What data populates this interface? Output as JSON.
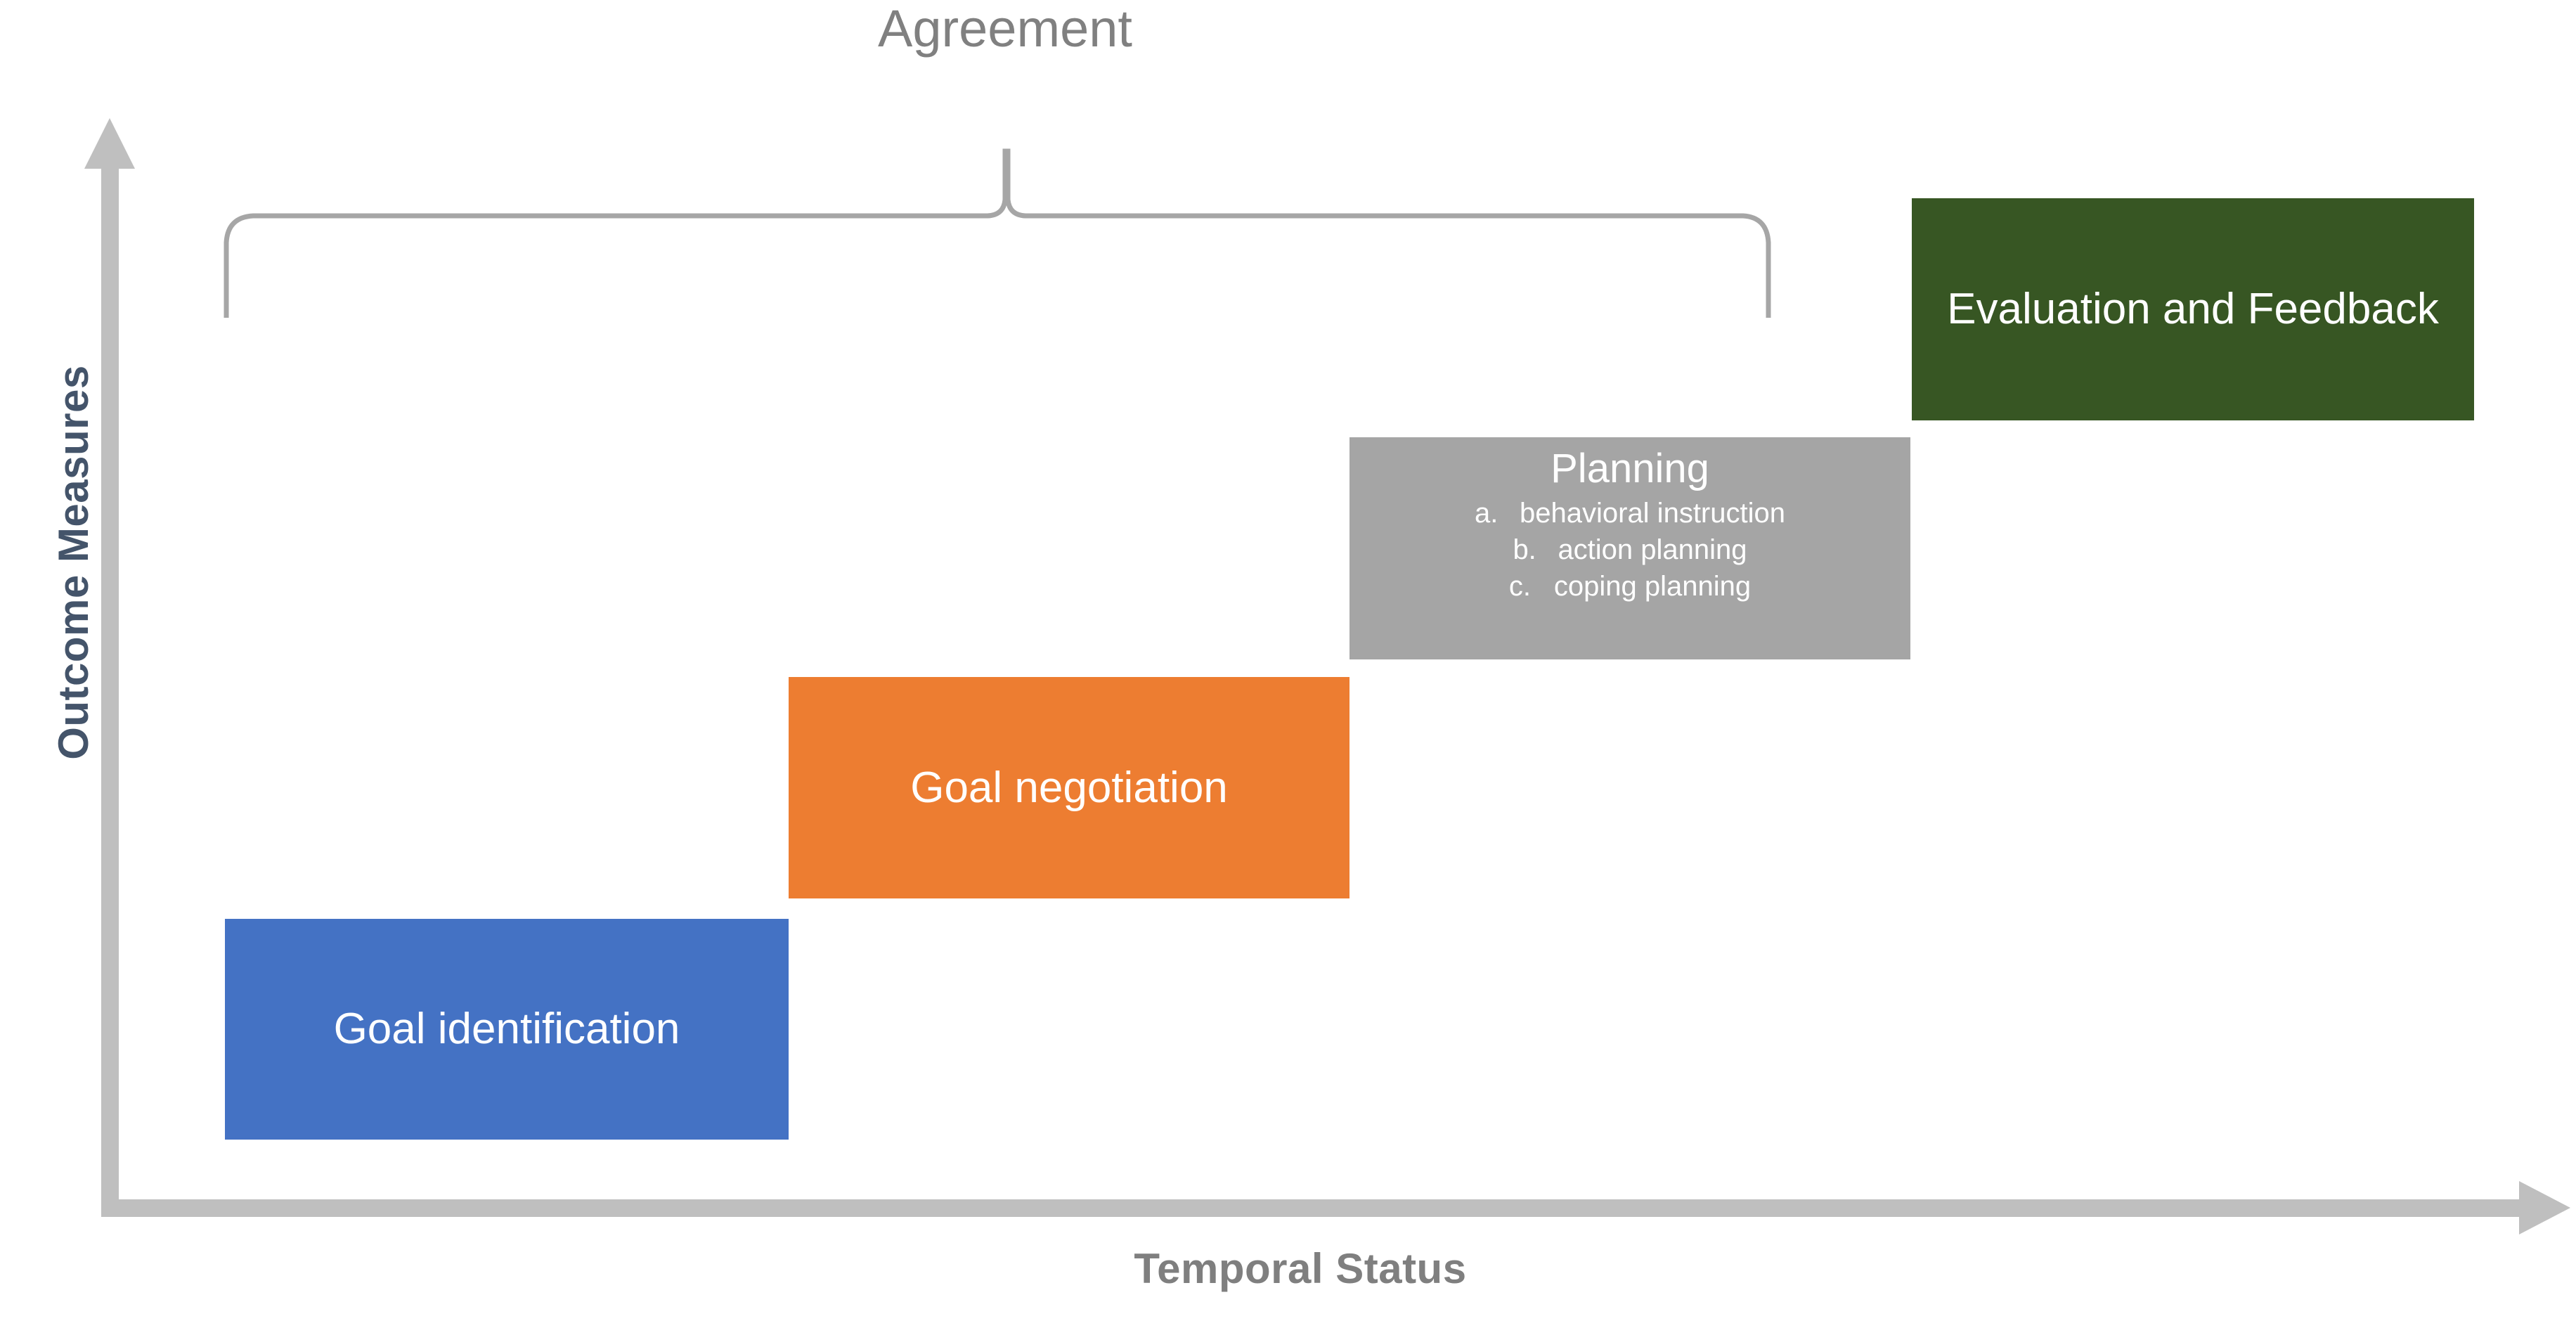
{
  "axes": {
    "y_title": "Outcome Measures",
    "x_title": "Temporal Status",
    "y_axis_icon": "up-arrow-icon",
    "x_axis_icon": "right-arrow-icon",
    "axis_color": "#BFBFBF",
    "y_title_color": "#44546A",
    "x_title_color": "#7F7F7F"
  },
  "brace": {
    "label": "Agreement",
    "color": "#A6A6A6",
    "icon": "curly-brace-icon",
    "spans_stages": [
      "Goal identification",
      "Goal negotiation",
      "Planning"
    ]
  },
  "chart_data": {
    "type": "bar",
    "title": "",
    "xlabel": "Temporal Status",
    "ylabel": "Outcome Measures",
    "grid": false,
    "legend": "none",
    "note": "Ascending staircase of four shared decision-making stages; each block advances in both time (x) and outcome level (y).",
    "categories": [
      "Goal identification",
      "Goal negotiation",
      "Planning",
      "Evaluation and Feedback"
    ],
    "values": [
      1,
      2,
      3,
      4
    ],
    "colors": [
      "#4472C4",
      "#ED7D31",
      "#A5A5A5",
      "#375623"
    ]
  },
  "stages": [
    {
      "id": "goal-identification",
      "title": "Goal identification",
      "color": "#4472C4",
      "sub_items": []
    },
    {
      "id": "goal-negotiation",
      "title": "Goal negotiation",
      "color": "#ED7D31",
      "sub_items": []
    },
    {
      "id": "planning",
      "title": "Planning",
      "color": "#A5A5A5",
      "sub_items": [
        {
          "marker": "a.",
          "text": "behavioral instruction"
        },
        {
          "marker": "b.",
          "text": "action planning"
        },
        {
          "marker": "c.",
          "text": "coping planning"
        }
      ]
    },
    {
      "id": "evaluation-and-feedback",
      "title": "Evaluation and Feedback",
      "color": "#375623",
      "sub_items": []
    }
  ]
}
